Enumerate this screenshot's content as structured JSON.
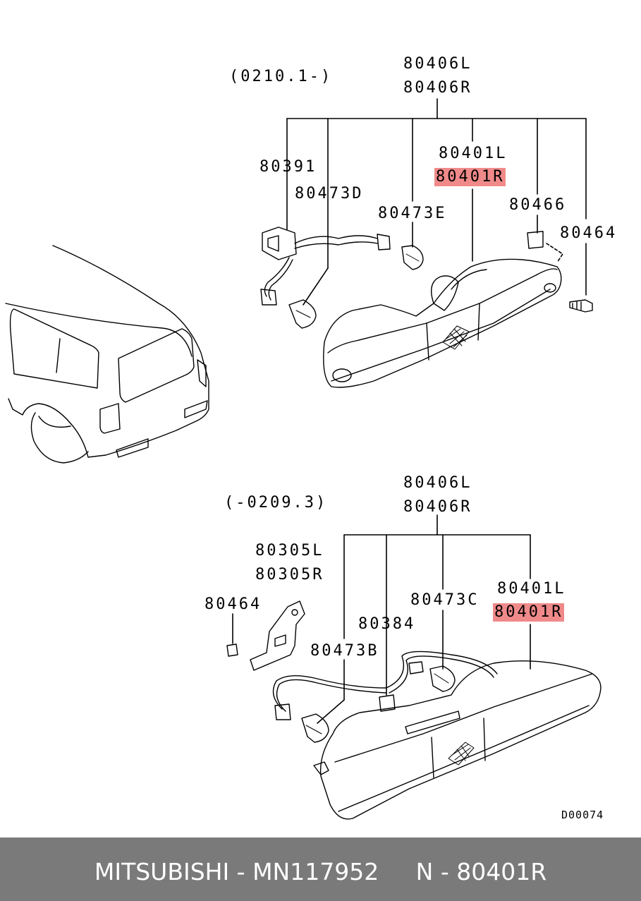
{
  "upper": {
    "date_range": "(0210.1-)",
    "assembly_l": "80406L",
    "assembly_r": "80406R",
    "lamp_l": "80401L",
    "lamp_r": "80401R",
    "harness": "80391",
    "bulb_d": "80473D",
    "bulb_e": "80473E",
    "clip": "80466",
    "screw": "80464"
  },
  "lower": {
    "date_range": "(-0209.3)",
    "assembly_l": "80406L",
    "assembly_r": "80406R",
    "bracket_l": "80305L",
    "bracket_r": "80305R",
    "screw": "80464",
    "bulb_c": "80473C",
    "lamp_l": "80401L",
    "lamp_r": "80401R",
    "clip": "80384",
    "bulb_b": "80473B"
  },
  "diagram_code": "D00074",
  "footer": {
    "text": "MITSUBISHI - MN117952     N - 80401R"
  },
  "colors": {
    "highlight": "#f08a8a",
    "footer_bg": "#7a7a7a",
    "footer_text": "#ffffff"
  }
}
